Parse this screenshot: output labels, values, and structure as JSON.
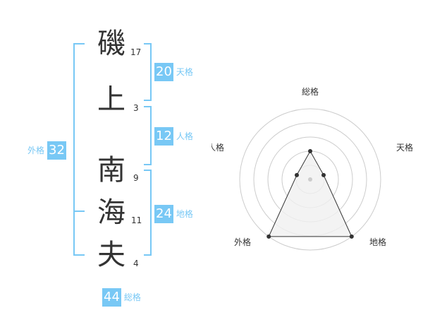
{
  "colors": {
    "accent": "#78c8f5",
    "text": "#333333",
    "ring": "#cccccc",
    "fill": "#f0f0f0"
  },
  "name": {
    "chars": [
      {
        "char": "磯",
        "strokes": "17"
      },
      {
        "char": "上",
        "strokes": "3"
      },
      {
        "char": "南",
        "strokes": "9"
      },
      {
        "char": "海",
        "strokes": "11"
      },
      {
        "char": "夫",
        "strokes": "4"
      }
    ]
  },
  "fortune": {
    "tenkaku": {
      "value": "20",
      "label": "天格"
    },
    "jinkaku": {
      "value": "12",
      "label": "人格"
    },
    "chikaku": {
      "value": "24",
      "label": "地格"
    },
    "gaikaku": {
      "value": "32",
      "label": "外格"
    },
    "soukaku": {
      "value": "44",
      "label": "総格"
    }
  },
  "chart_data": {
    "type": "radar",
    "axes": [
      "総格",
      "天格",
      "地格",
      "外格",
      "人格"
    ],
    "levels": 5,
    "values": [
      2,
      1,
      5,
      5,
      1
    ],
    "max": 5
  }
}
